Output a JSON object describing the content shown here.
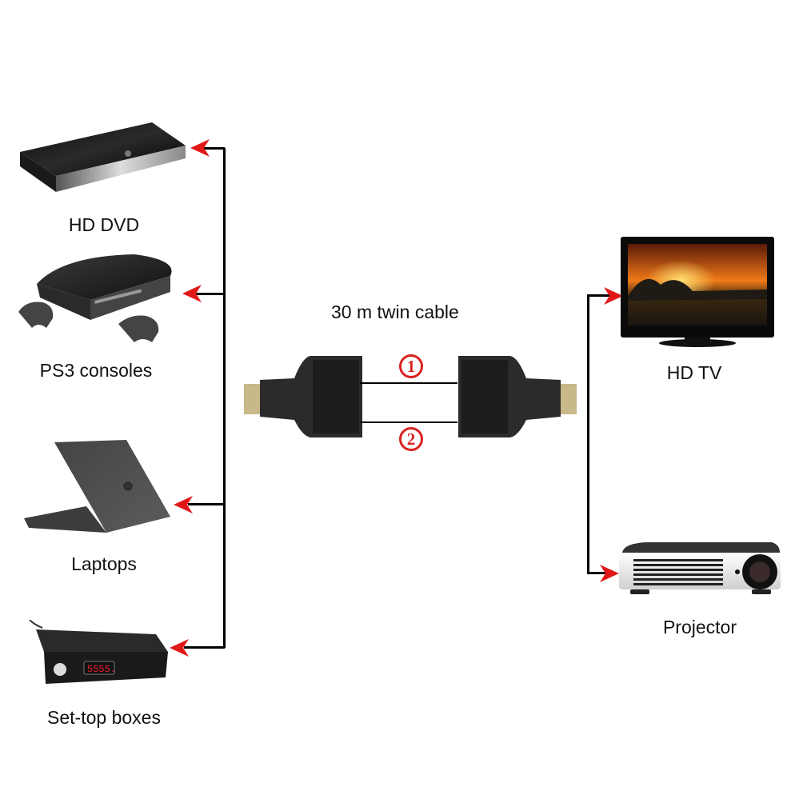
{
  "diagram": {
    "title": "30 m twin cable",
    "cable_numbers": [
      "1",
      "2"
    ],
    "source_devices": [
      {
        "label": "HD DVD",
        "icon": "blu-ray-player"
      },
      {
        "label": "PS3 consoles",
        "icon": "game-console"
      },
      {
        "label": "Laptops",
        "icon": "laptop"
      },
      {
        "label": "Set-top boxes",
        "icon": "set-top-box",
        "display": "5555."
      }
    ],
    "sink_devices": [
      {
        "label": "HD TV",
        "icon": "television"
      },
      {
        "label": "Projector",
        "icon": "projector"
      }
    ],
    "adapters": [
      "hdmi-to-rj45-transmitter",
      "hdmi-to-rj45-receiver"
    ],
    "colors": {
      "arrow": "#e01818",
      "line": "#000000",
      "number": "#d9221e"
    }
  }
}
